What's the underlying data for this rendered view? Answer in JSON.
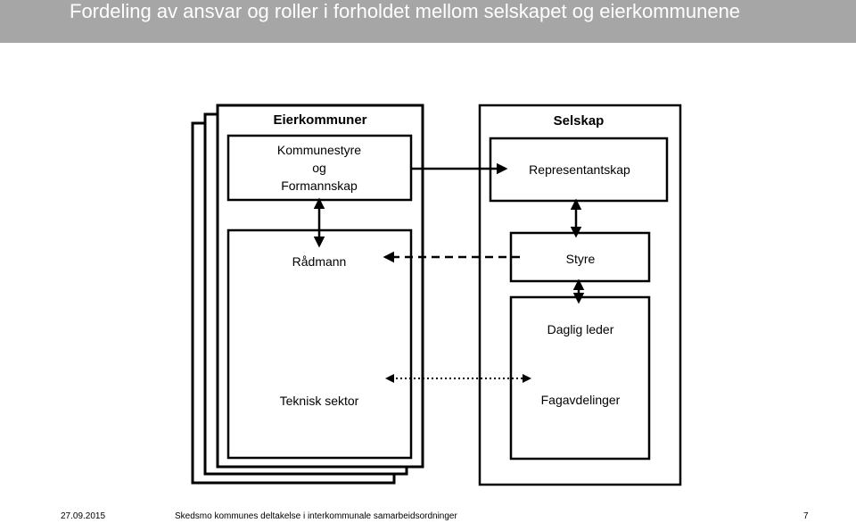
{
  "slide": {
    "title": "Fordeling av ansvar og roller i forholdet mellom selskapet og eierkommunene"
  },
  "diagram": {
    "left_group": {
      "title": "Eierkommuner",
      "boxes": {
        "council_line1": "Kommunestyre",
        "council_line2": "og",
        "council_line3": "Formannskap",
        "admin": "Rådmann",
        "technical": "Teknisk sektor"
      }
    },
    "right_group": {
      "title": "Selskap",
      "boxes": {
        "rep": "Representantskap",
        "board": "Styre",
        "ceo": "Daglig leder",
        "departments": "Fagavdelinger"
      }
    }
  },
  "footer": {
    "date": "27.09.2015",
    "text": "Skedsmo kommunes deltakelse i interkommunale samarbeidsordninger",
    "page": "7"
  },
  "colors": {
    "title_bar": "#a6a6a6",
    "title_text": "#ffffff",
    "line": "#000000"
  }
}
